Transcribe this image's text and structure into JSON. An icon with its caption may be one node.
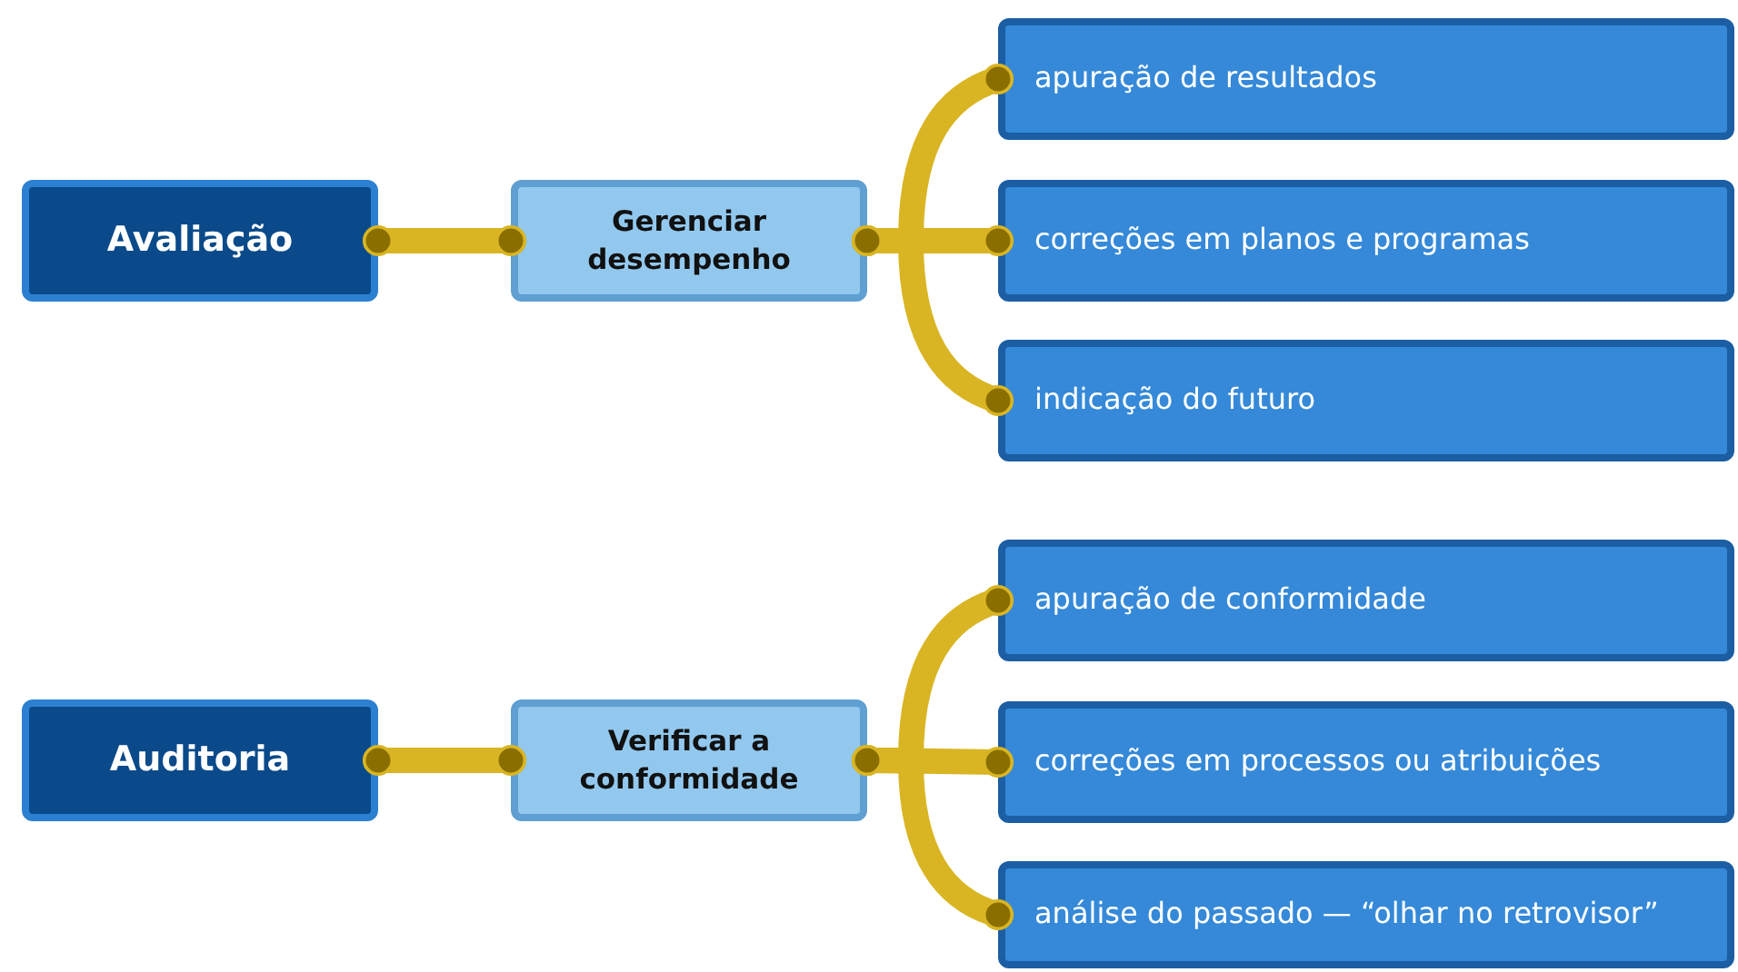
{
  "diagram": {
    "nodes": [
      {
        "text": [
          "Avaliação"
        ]
      },
      {
        "text": [
          "Gerenciar desempenho"
        ]
      },
      {
        "text": [
          "apuração de resultados"
        ]
      },
      {
        "text": [
          "correções em planos e programas"
        ]
      },
      {
        "text": [
          "indicação do futuro"
        ]
      },
      {
        "text": [
          "Auditoria"
        ]
      },
      {
        "text": [
          "Verificar a conformidade"
        ]
      },
      {
        "text": [
          "apuração de conformidade"
        ]
      },
      {
        "text": [
          "correções em processos ou atribuições"
        ]
      },
      {
        "text": [
          "análise do passado — “olhar no retrovisor”"
        ]
      }
    ],
    "edges": [
      {
        "from": 0,
        "to": 1,
        "arrow": "other"
      },
      {
        "from": 1,
        "to": 2,
        "arrow": "other"
      },
      {
        "from": 1,
        "to": 3,
        "arrow": "other"
      },
      {
        "from": 1,
        "to": 4,
        "arrow": "other"
      },
      {
        "from": 5,
        "to": 6,
        "arrow": "other"
      },
      {
        "from": 6,
        "to": 7,
        "arrow": "other"
      },
      {
        "from": 6,
        "to": 8,
        "arrow": "other"
      },
      {
        "from": 6,
        "to": 9,
        "arrow": "other"
      }
    ]
  }
}
